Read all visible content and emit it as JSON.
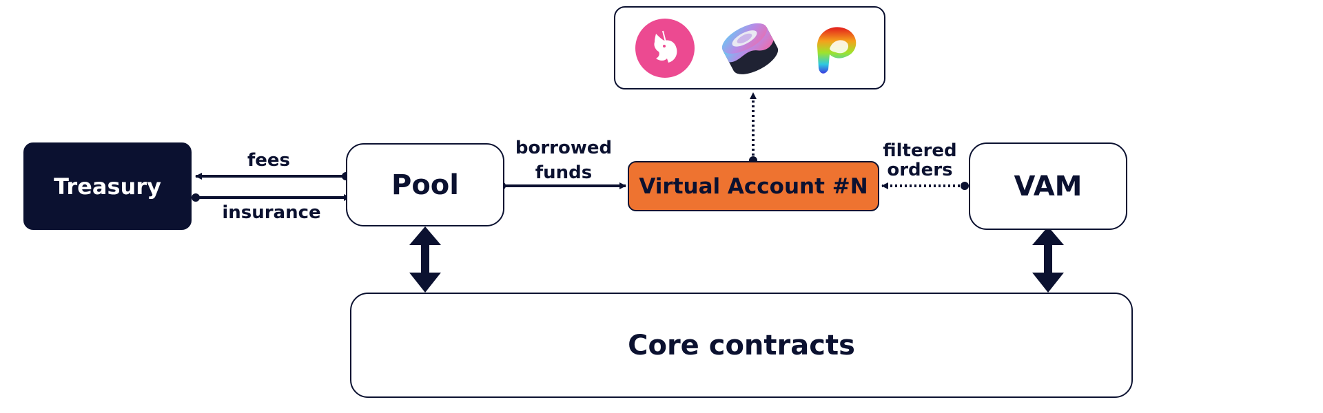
{
  "nodes": {
    "treasury": "Treasury",
    "pool": "Pool",
    "virtual_account": "Virtual Account #N",
    "vam": "VAM",
    "core": "Core contracts"
  },
  "edges": {
    "fees": "fees",
    "insurance": "insurance",
    "borrowed": "borrowed",
    "funds": "funds",
    "filtered": "filtered",
    "orders": "orders"
  },
  "dex_logos": [
    "unicorn-icon",
    "sushi-icon",
    "curve-icon"
  ],
  "colors": {
    "navy": "#0b1130",
    "accent": "#ee7330",
    "unicorn_bg": "#ec4a91"
  }
}
